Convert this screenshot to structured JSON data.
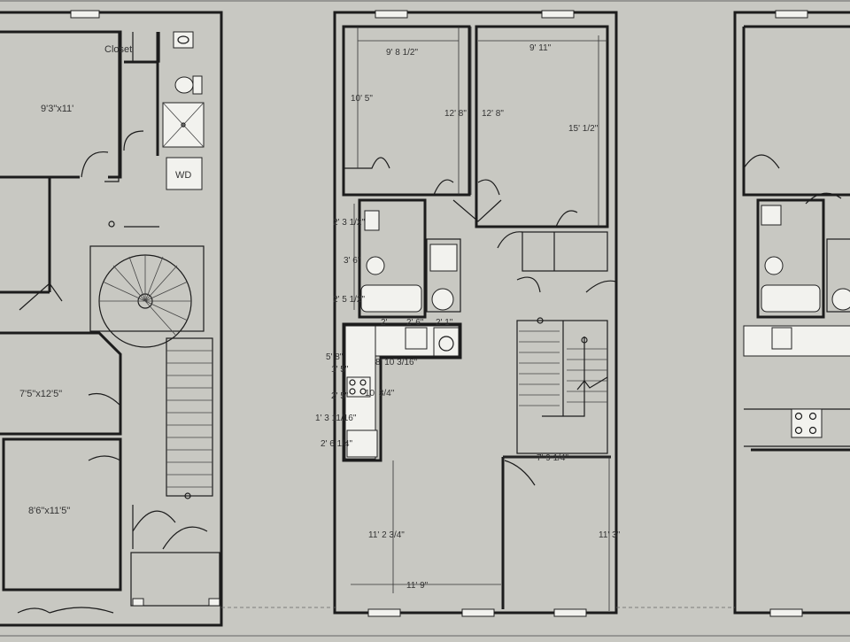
{
  "colors": {
    "background": "#c8c8c2",
    "walls": "#1c1c1c",
    "fixtures": "#f2f2ee"
  },
  "plans": {
    "left": {
      "labels": {
        "closet": "Closet",
        "bedroom_top": "9'3\"x11'",
        "washer_dryer": "WD",
        "bedroom_mid": "7'5\"x12'5\"",
        "bedroom_low": "8'6\"x11'5\""
      }
    },
    "center": {
      "dimensions": {
        "room1_width": "9' 8 1/2\"",
        "room2_width": "9' 11\"",
        "room1_depth": "10' 5\"",
        "room1_height": "12' 8\"",
        "room2_height": "12' 8\"",
        "room2_depth": "15' 1/2\"",
        "bath_a": "2' 3 1/2\"",
        "bath_b": "3' 6\"",
        "bath_c": "2' 5 1/2\"",
        "kit_a": "2'",
        "kit_b": "2' 6\"",
        "kit_c": "2' 1\"",
        "kit_side_a": "5' 8\"",
        "kit_side_b": "1' 5\"",
        "kit_length": "8' 10 3/16\"",
        "kit_d": "2' 5\"",
        "kit_e": "10' 3/4\"",
        "kit_f": "1' 3 11/16\"",
        "kit_g": "2' 6 1/4\"",
        "hall_width": "7' 9 1/4\"",
        "living_depth": "11' 2 3/4\"",
        "living_width": "11' 9\"",
        "rear_depth": "11' 3\""
      }
    },
    "right": {}
  }
}
